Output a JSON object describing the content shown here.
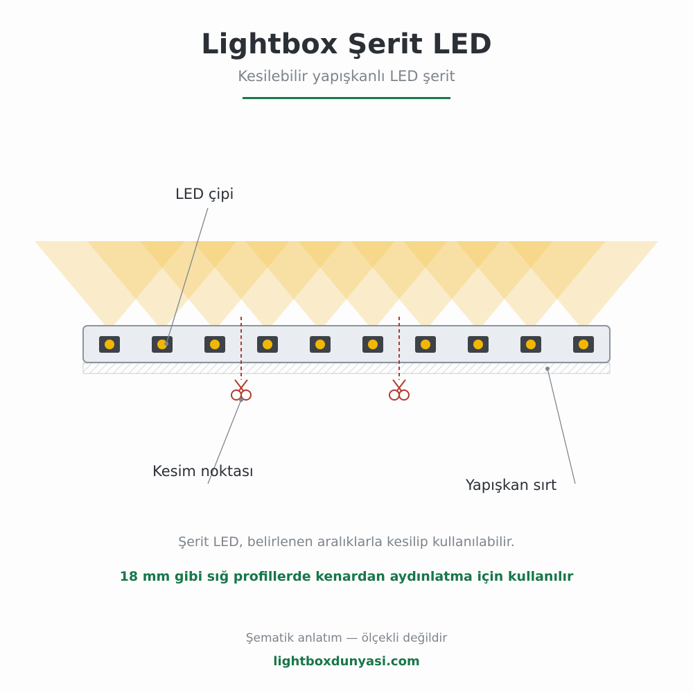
{
  "header": {
    "title": "Lightbox Şerit LED",
    "subtitle": "Kesilebilir yapışkanlı LED şerit"
  },
  "callouts": {
    "led_chip": "LED çipi",
    "cut_point": "Kesim noktası",
    "adhesive_back": "Yapışkan sırt"
  },
  "diagram": {
    "led_count": 10,
    "cut_marks": 2
  },
  "footer": {
    "note": "Şerit LED, belirlenen aralıklarla kesilip kullanılabilir.",
    "highlight": "18 mm gibi sığ profillerde kenardan aydınlatma için kullanılır",
    "disclaimer": "Şematik anlatım — ölçekli değildir",
    "website": "lightboxdunyasi.com"
  },
  "colors": {
    "accent": "#17774a",
    "light_beam": "#f5c242",
    "led_dot": "#f2b705",
    "chip_body": "#3d4148",
    "strip_fill": "#e9edf1",
    "strip_border": "#8c959e",
    "cut_mark": "#b23a2b",
    "leader_line": "#7f868e"
  },
  "icons": {
    "cut_mark": "scissors-icon"
  }
}
